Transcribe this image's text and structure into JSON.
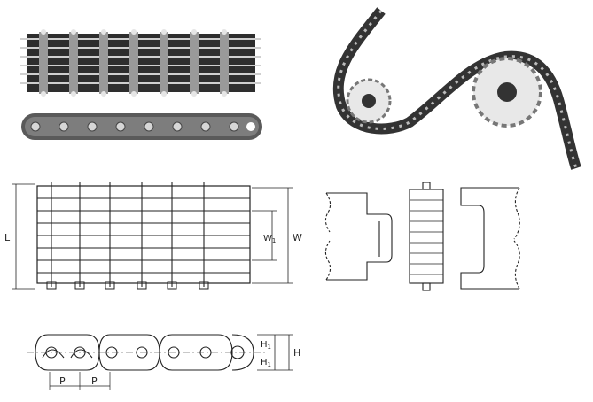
{
  "dimensions": {
    "length": "L",
    "width": "W",
    "width_inner": "W",
    "width_inner_sub": "1",
    "pitch_left": "P",
    "pitch_right": "P",
    "height": "H",
    "height_upper": "H",
    "height_upper_sub": "1",
    "height_lower": "H",
    "height_lower_sub": "1"
  },
  "colors": {
    "ink": "#222222",
    "photo_dark": "#3a3a3a",
    "photo_mid": "#8a8a8a",
    "photo_light": "#d9d9d9"
  }
}
